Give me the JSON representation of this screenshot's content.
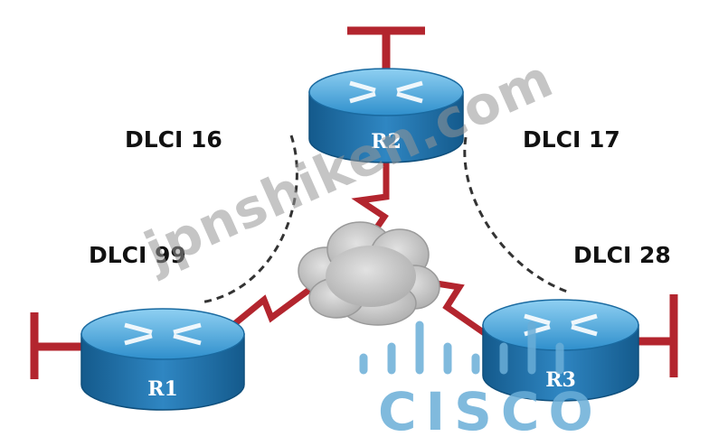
{
  "routers": [
    {
      "id": "r2",
      "label": "R2"
    },
    {
      "id": "r1",
      "label": "R1"
    },
    {
      "id": "r3",
      "label": "R3"
    }
  ],
  "dlci_labels": {
    "r2_to_r1": "DLCI 16",
    "r2_to_r3": "DLCI 17",
    "r1": "DLCI 99",
    "r3": "DLCI 28"
  },
  "watermark": "jpnshiken.com",
  "logo": "CISCO",
  "colors": {
    "router_top": "#4aa3d8",
    "router_side": "#1c6ea6",
    "serial_link": "#b3252e",
    "ethernet": "#b3252e",
    "cloud": "#c2c2c2",
    "logo": "#6aaed8"
  }
}
